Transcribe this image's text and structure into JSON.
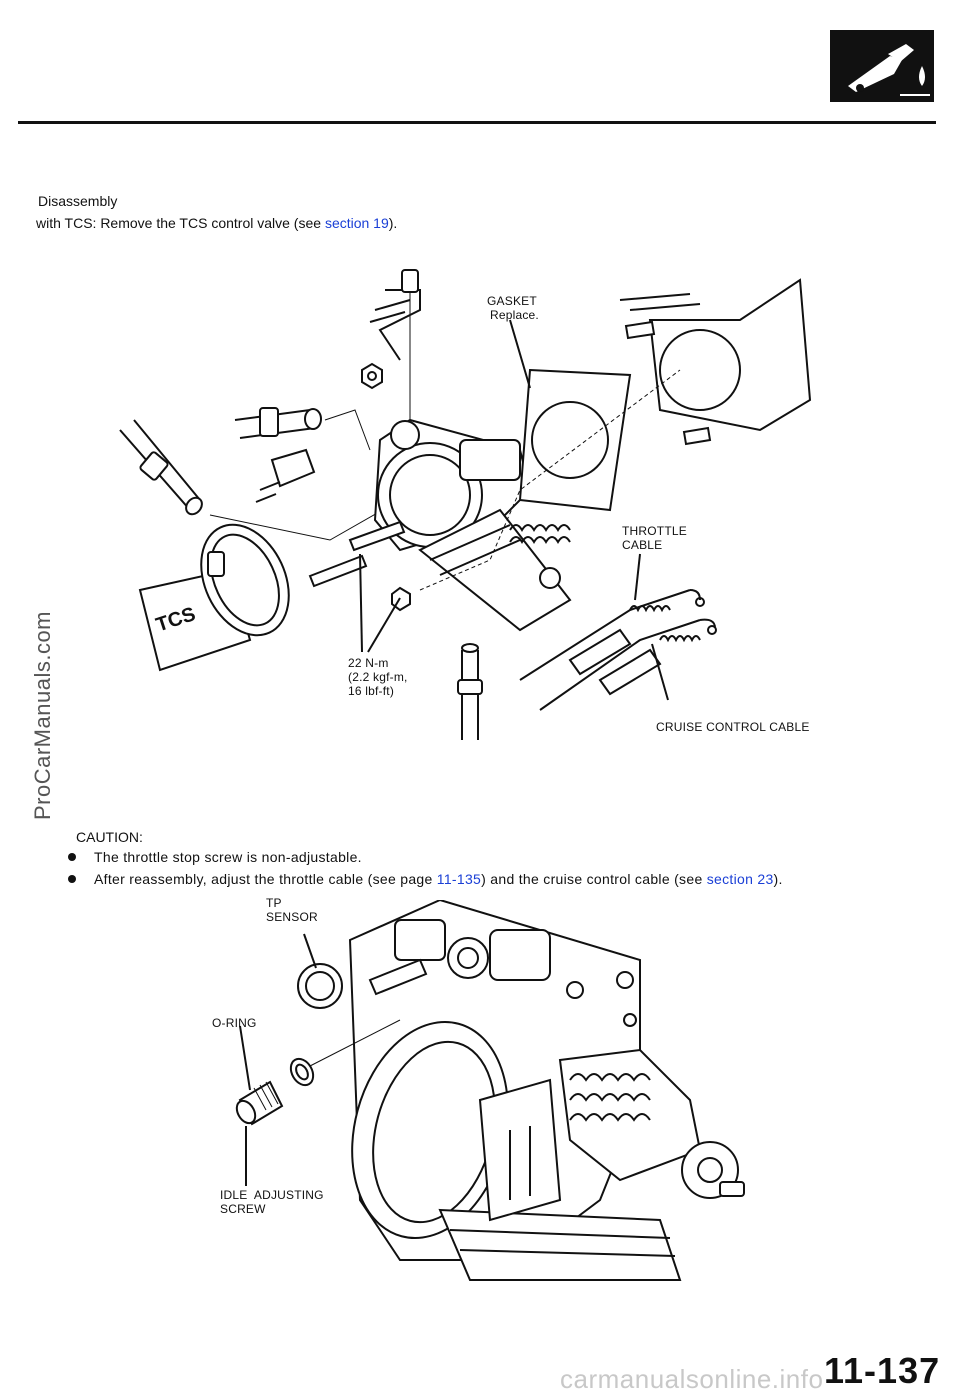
{
  "header": {
    "logo_icon": "fuel-nozzle-icon"
  },
  "intro": {
    "title": "Disassembly",
    "text_before_link": "with TCS: Remove the TCS control valve (see ",
    "link_text": "section 19",
    "text_after_link": ")."
  },
  "diagram1": {
    "labels": {
      "gasket": "GASKET",
      "gasket_note": "Replace.",
      "throttle_cable_1": "THROTTLE",
      "throttle_cable_2": "CABLE",
      "torque_1": "22 N-m",
      "torque_2": "(2.2 kgf-m,",
      "torque_3": "16 lbf-ft)",
      "cruise_cable": "CRUISE CONTROL CABLE",
      "tcs": "TCS"
    }
  },
  "caution": {
    "title": "CAUTION:",
    "item1": "The throttle stop screw is non-adjustable.",
    "item2_before": "After reassembly, adjust the throttle cable (see page ",
    "item2_link1": "11-135",
    "item2_middle": ") and the cruise control cable (see ",
    "item2_link2": "section 23",
    "item2_after": ")."
  },
  "diagram2": {
    "labels": {
      "tp_1": "TP",
      "tp_2": "SENSOR",
      "oring": "O-RING",
      "idle_1": "IDLE  ADJUSTING",
      "idle_2": "SCREW"
    }
  },
  "footer": {
    "page_number": "11-137",
    "watermark_side": "ProCarManuals.com",
    "watermark_bottom": "carmanualsonline.info"
  },
  "colors": {
    "link": "#1a3fd6",
    "ink": "#111111"
  }
}
